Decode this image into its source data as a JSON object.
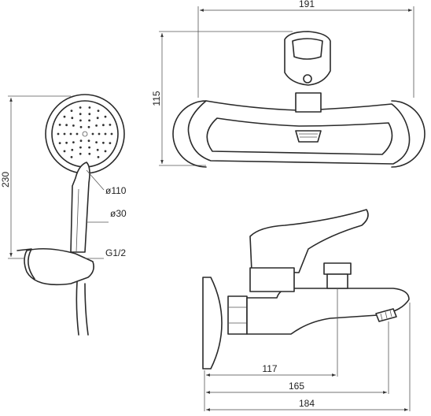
{
  "dimensions": {
    "top_width": "191",
    "top_height": "115",
    "shower_height": "230",
    "head_diameter": "ø110",
    "handle_diameter": "ø30",
    "connection": "G1/2",
    "spout_117": "117",
    "spout_165": "165",
    "spout_184": "184"
  }
}
